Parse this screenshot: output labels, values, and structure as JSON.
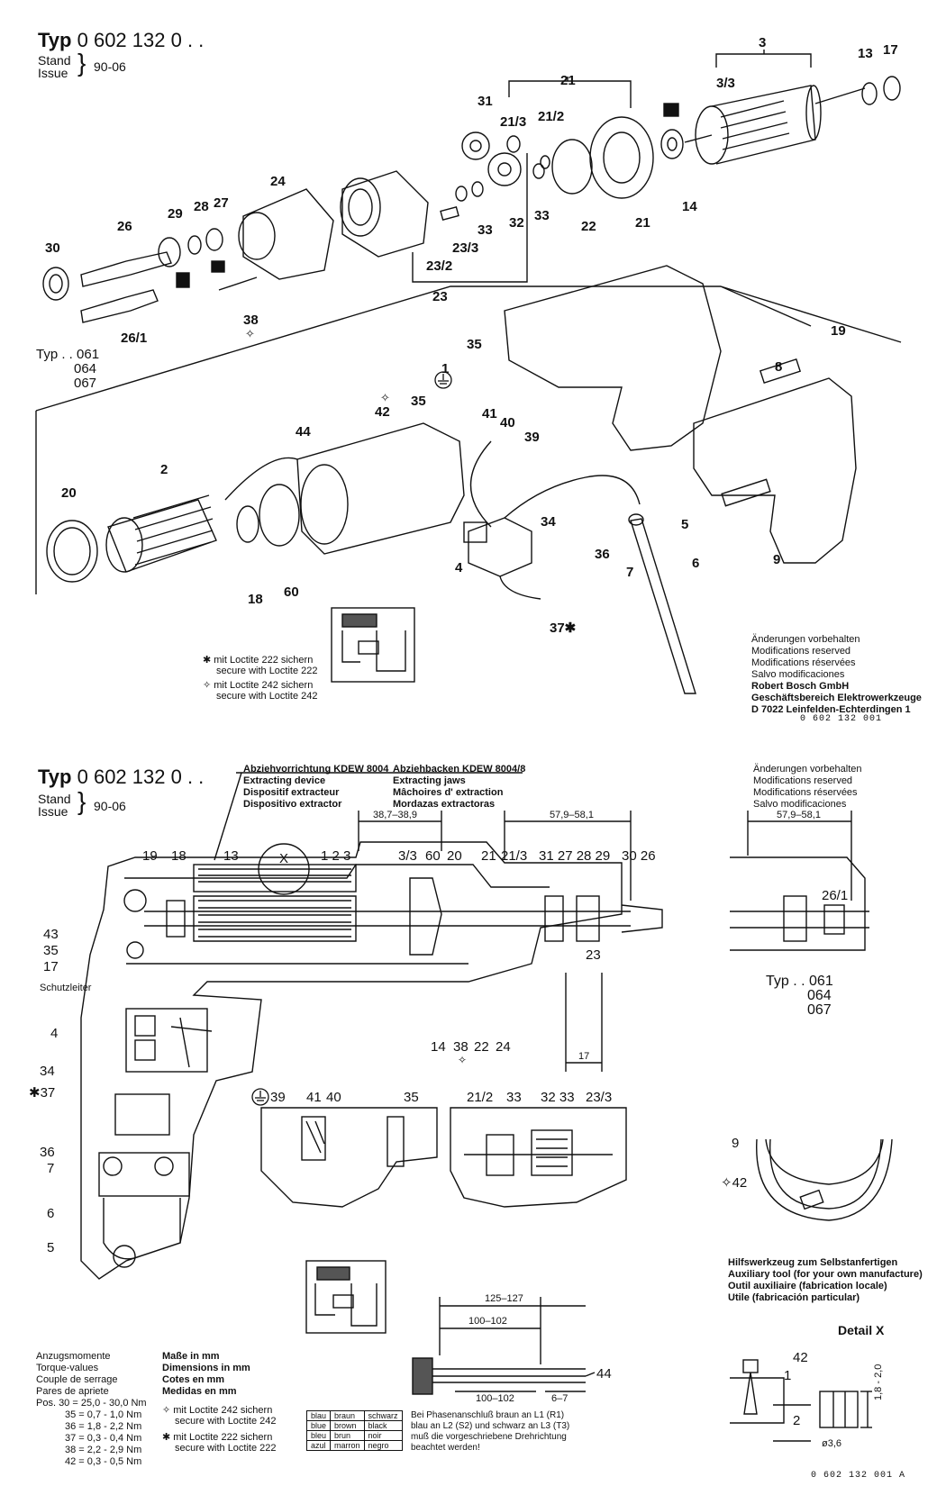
{
  "top": {
    "typ_prefix": "Typ",
    "typ_number": "0 602 132 0 . .",
    "stand_label": "Stand",
    "issue_label": "Issue",
    "stand_value": "90-06",
    "typ_variants_label": "Typ . . 061",
    "typ_variants_2": "064",
    "typ_variants_3": "067",
    "callouts": [
      "3",
      "3/3",
      "13",
      "17",
      "21",
      "31",
      "21/3",
      "21/2",
      "24",
      "28",
      "27",
      "29",
      "26",
      "30",
      "33",
      "32",
      "33",
      "22",
      "21",
      "14",
      "23/3",
      "23/2",
      "23",
      "38",
      "26/1",
      "35",
      "19",
      "8",
      "42",
      "35",
      "1",
      "41",
      "40",
      "39",
      "44",
      "2",
      "20",
      "18",
      "60",
      "34",
      "5",
      "36",
      "7",
      "6",
      "9",
      "4",
      "37✱"
    ],
    "loctite_222": "✱ mit Loctite 222 sichern",
    "loctite_222_en": "secure with Loctite 222",
    "loctite_242": "✧ mit Loctite 242 sichern",
    "loctite_242_en": "secure with Loctite 242",
    "modifications": [
      "Änderungen vorbehalten",
      "Modifications reserved",
      "Modifications réservées",
      "Salvo modificaciones"
    ],
    "company": [
      "Robert Bosch GmbH",
      "Geschäftsbereich Elektrowerkzeuge",
      "D 7022 Leinfelden-Echterdingen 1"
    ],
    "drawing_no": "0 602 132 001"
  },
  "bottom": {
    "typ_prefix": "Typ",
    "typ_number": "0 602 132 0 . .",
    "stand_label": "Stand",
    "issue_label": "Issue",
    "stand_value": "90-06",
    "extractor": [
      "Abziehvorrichtung KDEW 8004",
      "Extracting device",
      "Dispositif extracteur",
      "Dispositivo extractor"
    ],
    "jaws": [
      "Abziehbacken KDEW 8004/8",
      "Extracting jaws",
      "Mâchoires d' extraction",
      "Mordazas extractoras"
    ],
    "modifications": [
      "Änderungen vorbehalten",
      "Modifications reserved",
      "Modifications réservées",
      "Salvo modificaciones"
    ],
    "dim_1": "38,7–38,9",
    "dim_2": "57,9–58,1",
    "dim_3": "57,9–58,1",
    "dim_17": "17",
    "schutzleiter": "Schutzleiter",
    "typ_variants_label": "Typ . . 061",
    "typ_variants_2": "064",
    "typ_variants_3": "067",
    "aux_tool": [
      "Hilfswerkzeug zum Selbstanfertigen",
      "Auxiliary tool (for your own manufacture)",
      "Outil auxiliaire (fabrication locale)",
      "Utile (fabricación particular)"
    ],
    "detail_x": "Detail X",
    "torque": [
      "Anzugsmomente",
      "Torque-values",
      "Couple de serrage",
      "Pares de apriete"
    ],
    "torque_values": [
      "Pos. 30 = 25,0 - 30,0 Nm",
      "35 = 0,7 - 1,0 Nm",
      "36 = 1,8 - 2,2 Nm",
      "37 = 0,3 - 0,4 Nm",
      "38 = 2,2 - 2,9 Nm",
      "42 = 0,3 - 0,5 Nm"
    ],
    "dims_mm": [
      "Maße in mm",
      "Dimensions in mm",
      "Cotes en mm",
      "Medidas en mm"
    ],
    "loctite_242": "✧ mit Loctite 242 sichern",
    "loctite_242_en": "secure with Loctite 242",
    "loctite_222": "✱ mit Loctite 222 sichern",
    "loctite_222_en": "secure with Loctite 222",
    "colors_table": [
      [
        "blau",
        "braun",
        "schwarz"
      ],
      [
        "blue",
        "brown",
        "black"
      ],
      [
        "bleu",
        "brun",
        "noir"
      ],
      [
        "azul",
        "marron",
        "negro"
      ]
    ],
    "phase_note": [
      "Bei Phasenanschluß braun an L1 (R1)",
      "blau an L2 (S2) und schwarz an L3 (T3)",
      "muß die vorgeschriebene Drehrichtung",
      "beachtet werden!"
    ],
    "dim_125": "125–127",
    "dim_100a": "100–102",
    "dim_100b": "100–102",
    "dim_67": "6–7",
    "dim_18": "1,8 - 2,0",
    "dim_36": "ø3,6",
    "drawing_no": "0 602 132 001 A"
  }
}
